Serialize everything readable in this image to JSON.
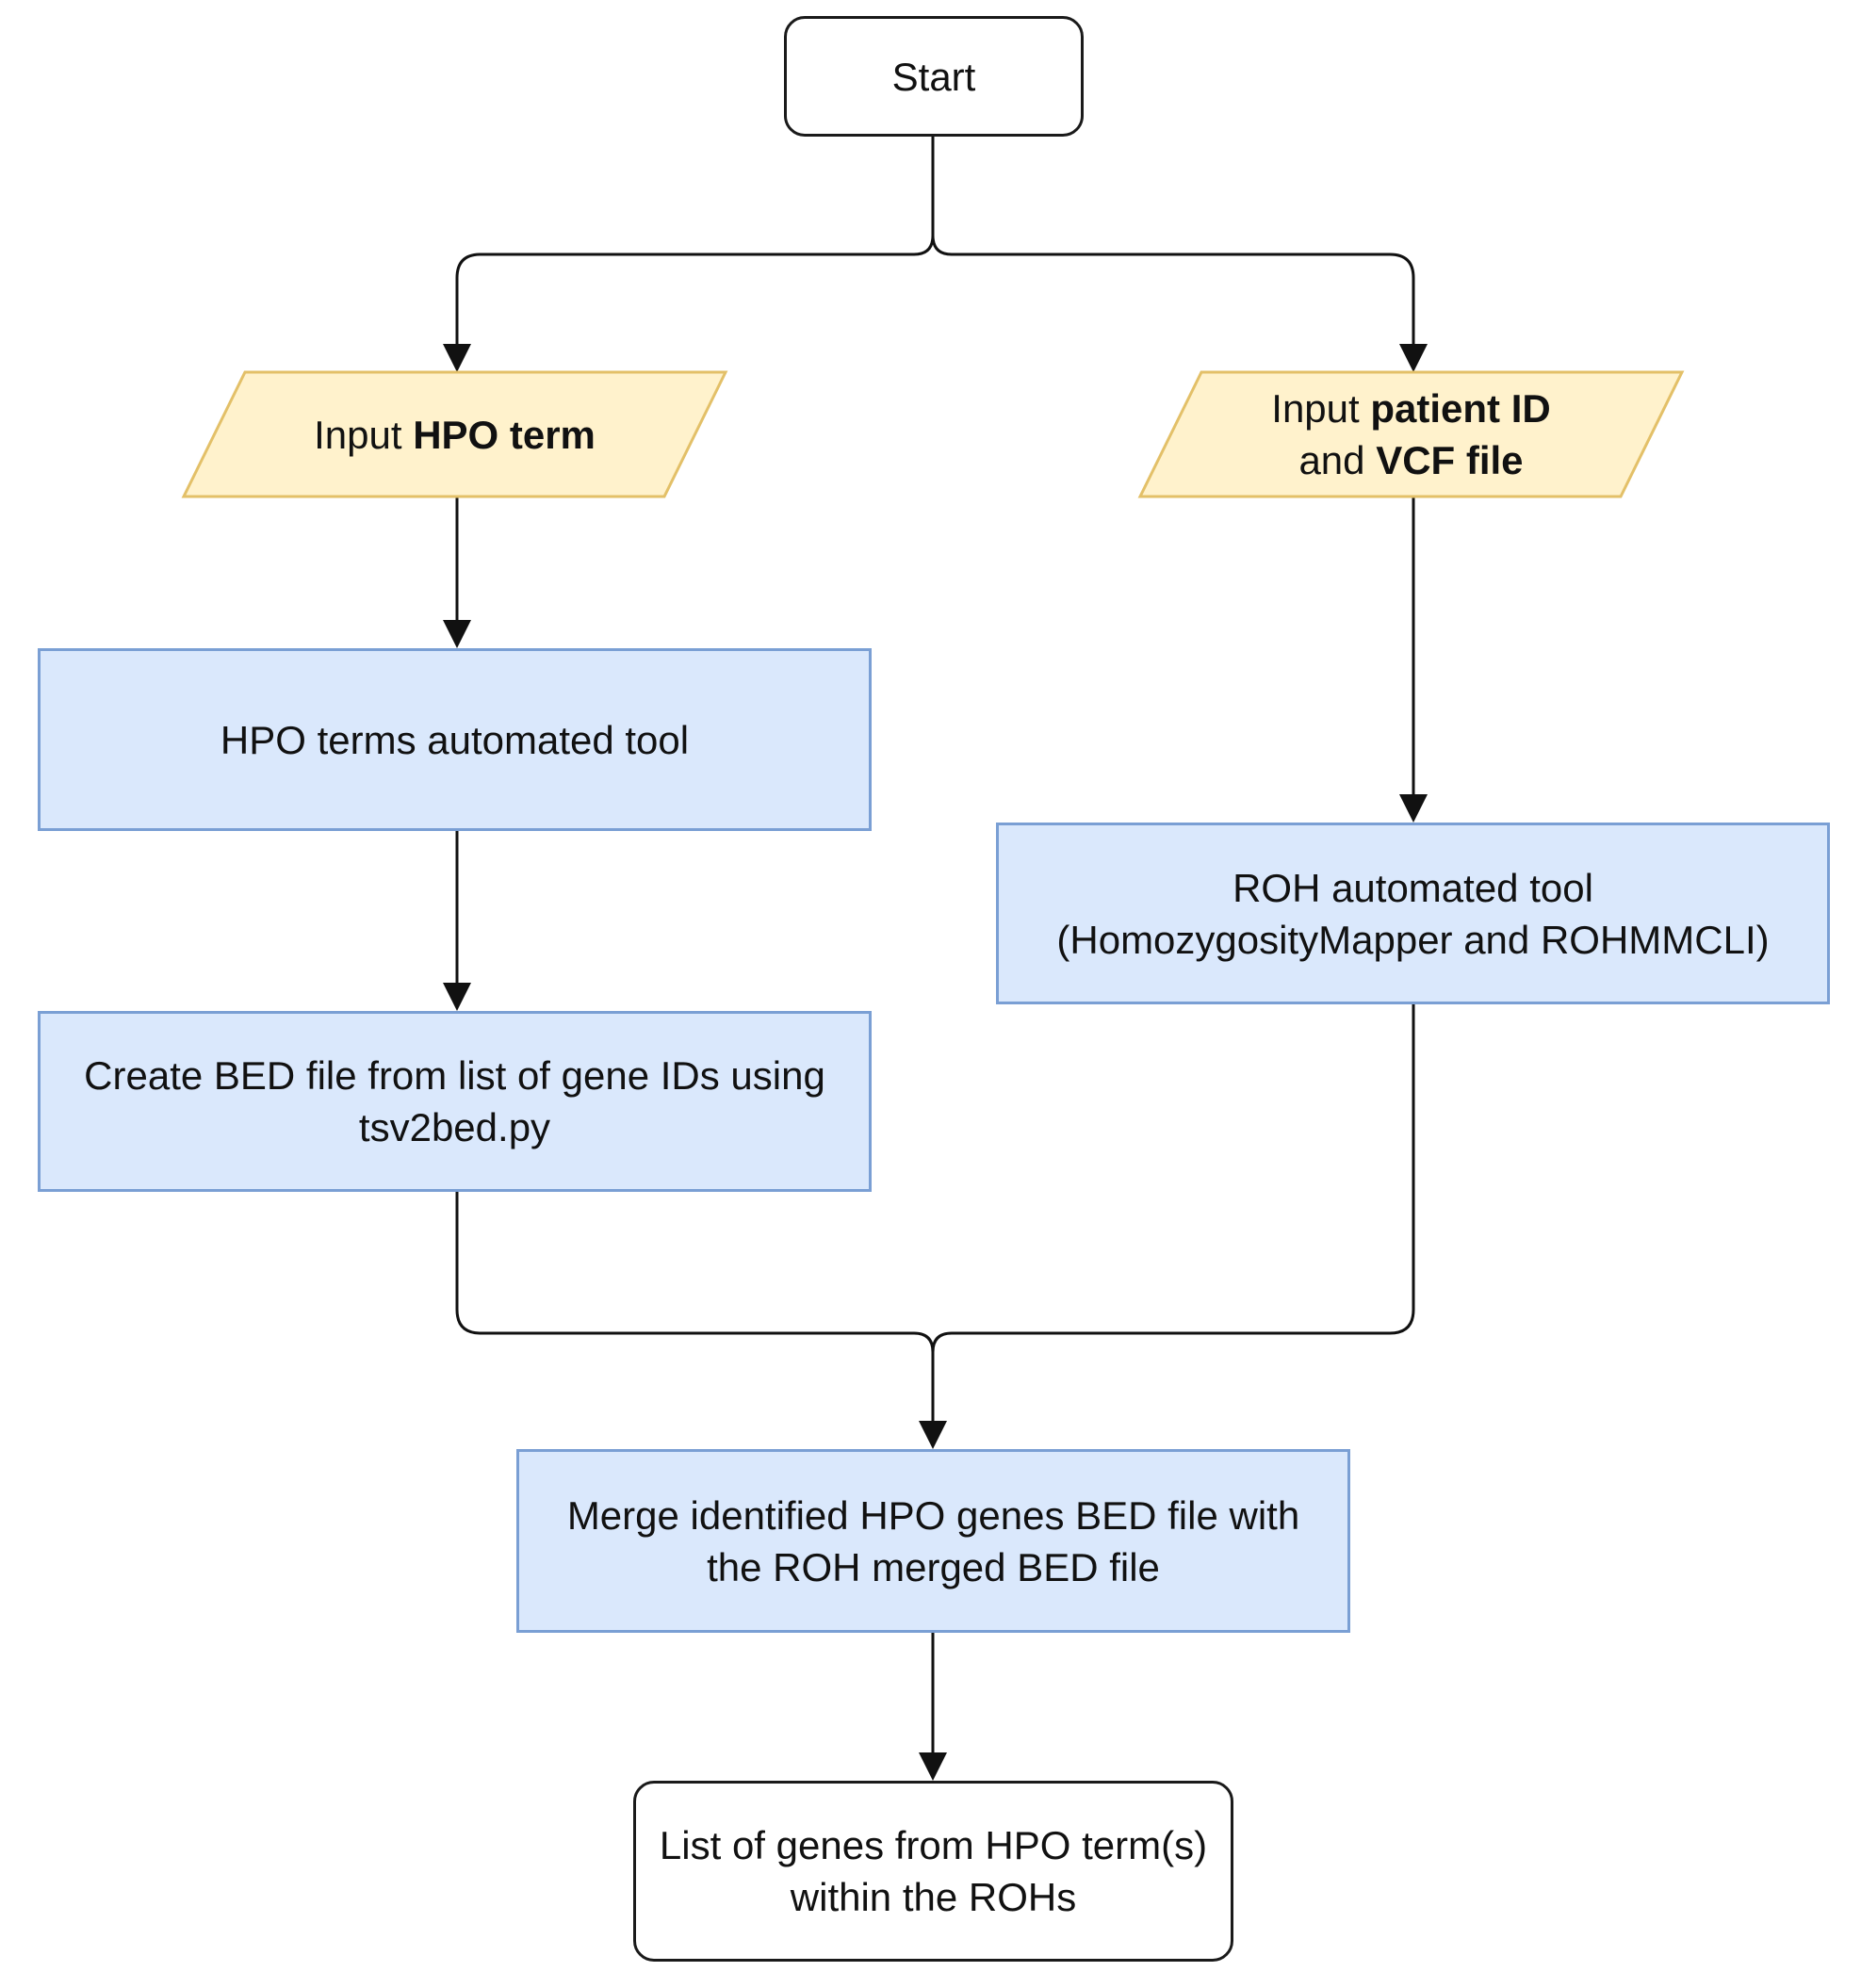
{
  "nodes": {
    "start": {
      "label": "Start"
    },
    "input_hpo": {
      "prefix": "Input ",
      "bold": "HPO term"
    },
    "input_patient": {
      "line1_prefix": "Input ",
      "line1_bold": "patient ID",
      "line2_prefix": "and ",
      "line2_bold": "VCF file"
    },
    "hpo_tool": {
      "label": "HPO terms automated tool"
    },
    "roh_tool": {
      "line1": "ROH automated tool",
      "line2": "(HomozygosityMapper and ROHMMCLI)"
    },
    "create_bed": {
      "line1": "Create BED file from list of gene IDs using",
      "line2": "tsv2bed.py"
    },
    "merge": {
      "line1": "Merge identified HPO genes BED file with",
      "line2": "the ROH merged BED file"
    },
    "output": {
      "line1": "List of genes from HPO term(s)",
      "line2": "within the ROHs"
    }
  },
  "colors": {
    "process_fill": "#dae8fc",
    "process_stroke": "#7a9fd4",
    "io_fill": "#fff2cc",
    "io_stroke": "#e3c068",
    "connector": "#111111"
  }
}
